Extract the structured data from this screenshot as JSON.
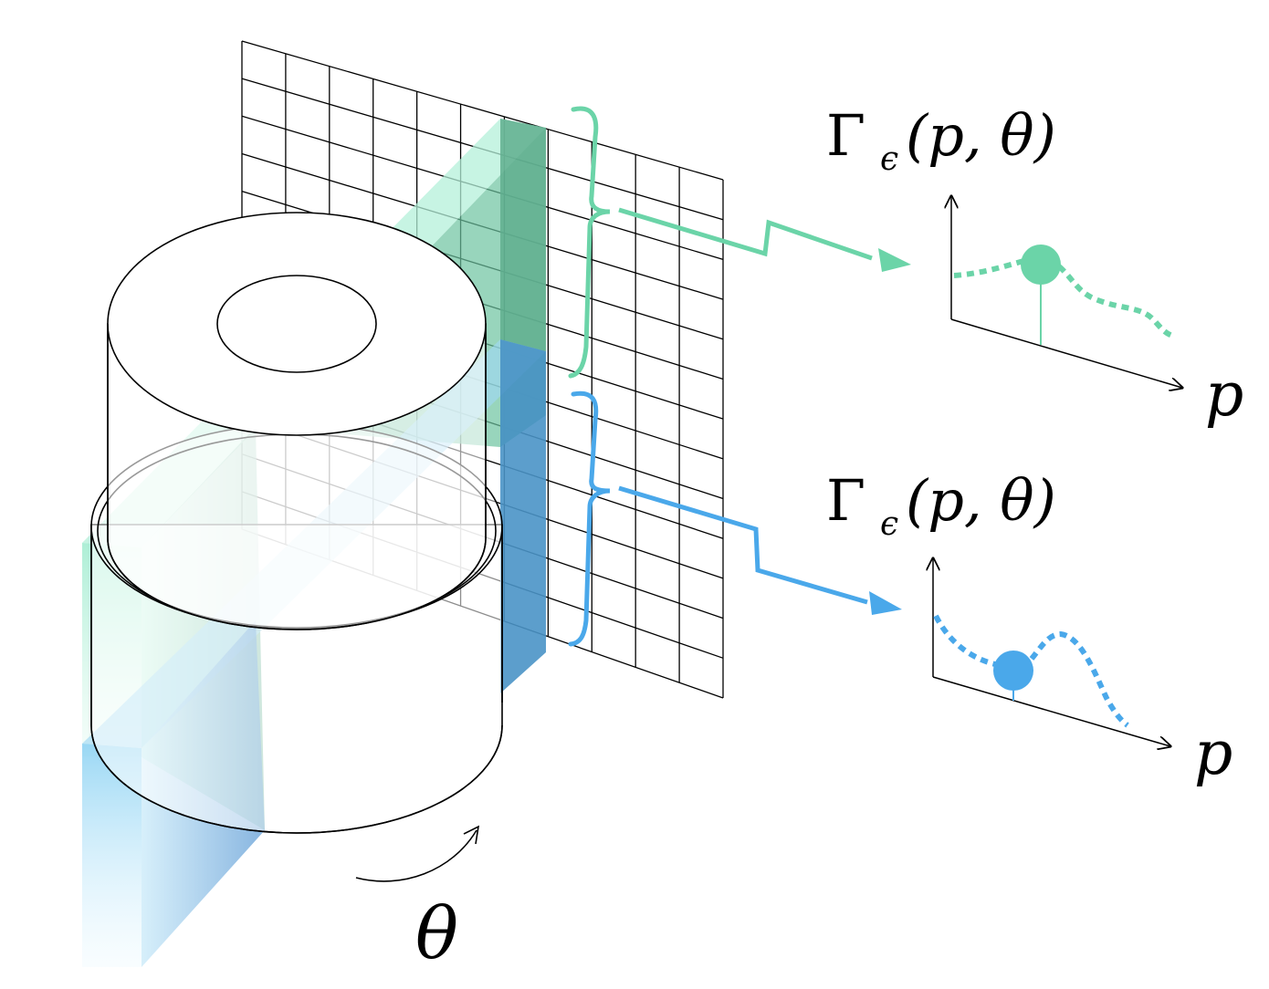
{
  "colors": {
    "green": "#6bd4a8",
    "green_light": "#9feccf",
    "green_dark": "#5fae8e",
    "blue": "#4aa8ea",
    "blue_light": "#a7ddf6",
    "blue_dark": "#4a93c6",
    "line": "#000000"
  },
  "labels": {
    "theta": "θ",
    "gamma_top": {
      "gamma": "Γ",
      "sub": "ϵ",
      "args": "(p, θ)"
    },
    "gamma_bottom": {
      "gamma": "Γ",
      "sub": "ϵ",
      "args": "(p, θ)"
    },
    "axis_p_top": "p",
    "axis_p_bottom": "p"
  },
  "grid": {
    "columns": 11,
    "rows": 13
  },
  "icons": [
    "rotation-arrow-icon",
    "green-bracket-icon",
    "blue-bracket-icon",
    "green-arrow-icon",
    "blue-arrow-icon"
  ]
}
